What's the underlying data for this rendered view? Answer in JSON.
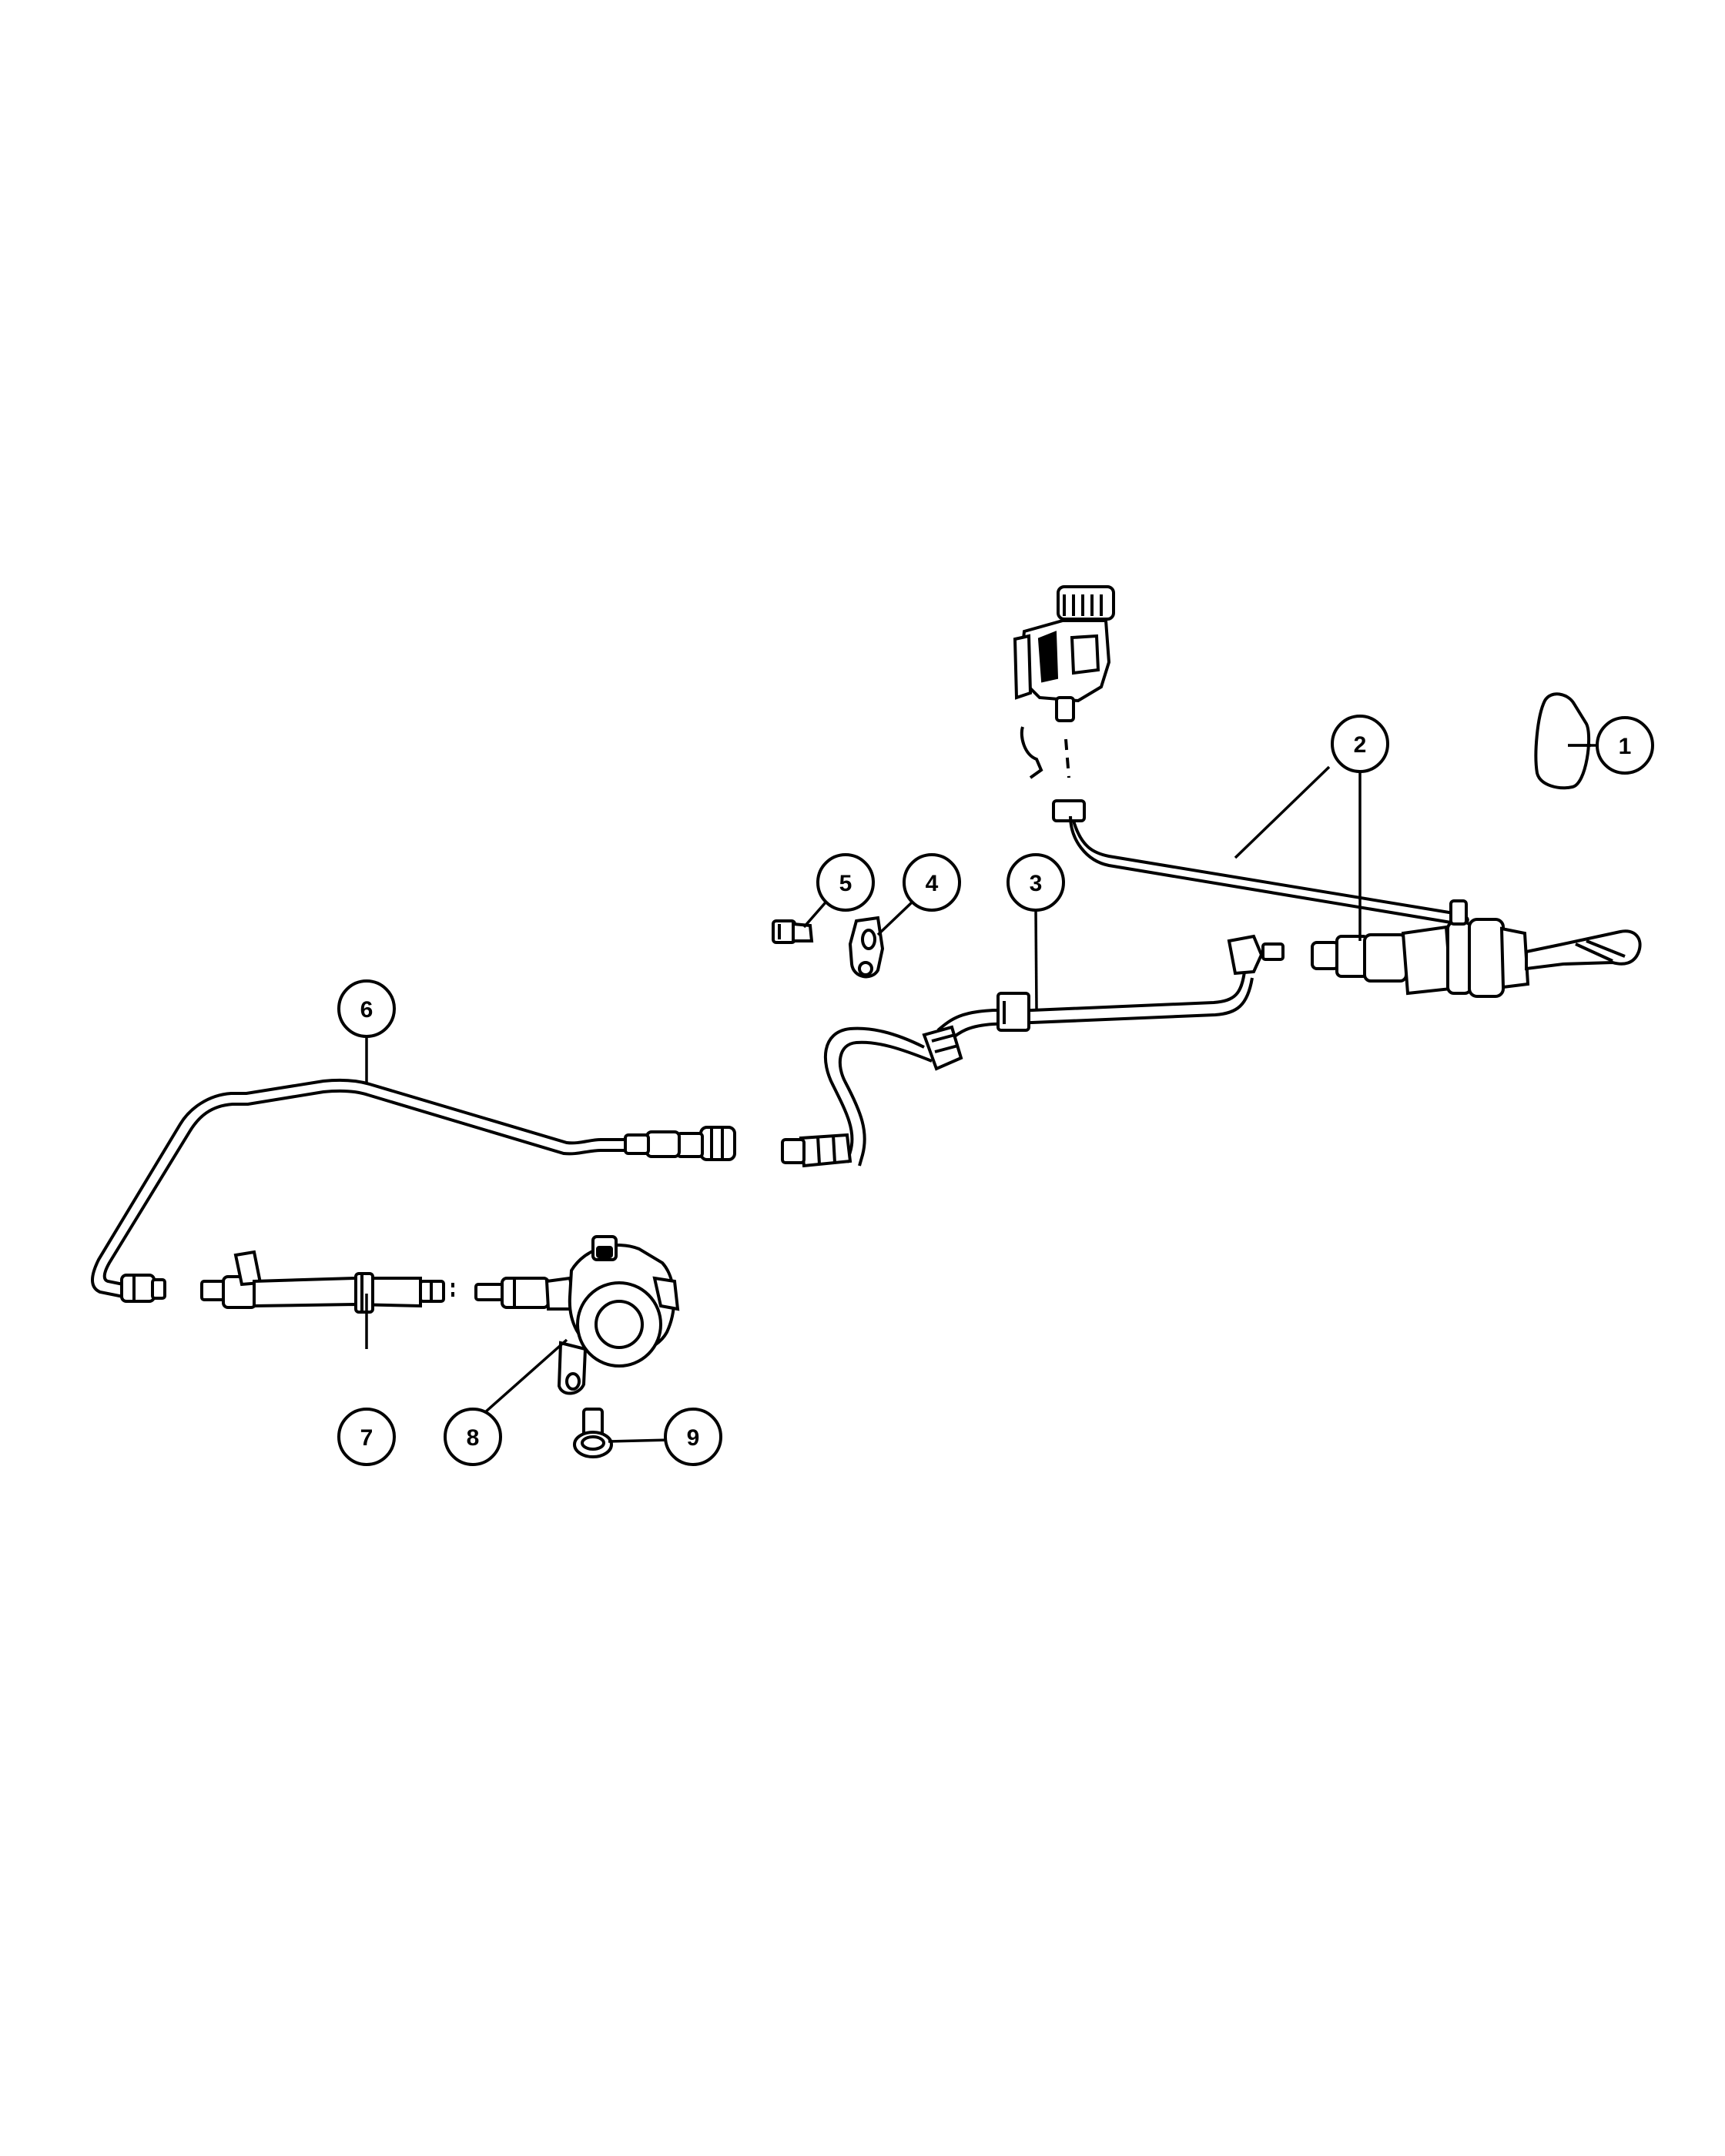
{
  "diagram": {
    "background_color": "#ffffff",
    "line_color": "#000000",
    "callouts": [
      {
        "number": "1",
        "part": "fluid-label"
      },
      {
        "number": "2",
        "part": "master-cylinder-and-reservoir-line"
      },
      {
        "number": "3",
        "part": "hydraulic-hose-with-clip"
      },
      {
        "number": "4",
        "part": "retaining-clip"
      },
      {
        "number": "5",
        "part": "bolt"
      },
      {
        "number": "6",
        "part": "hydraulic-tube"
      },
      {
        "number": "7",
        "part": "bleeder-tube"
      },
      {
        "number": "8",
        "part": "concentric-slave-cylinder"
      },
      {
        "number": "9",
        "part": "bolt"
      }
    ]
  }
}
